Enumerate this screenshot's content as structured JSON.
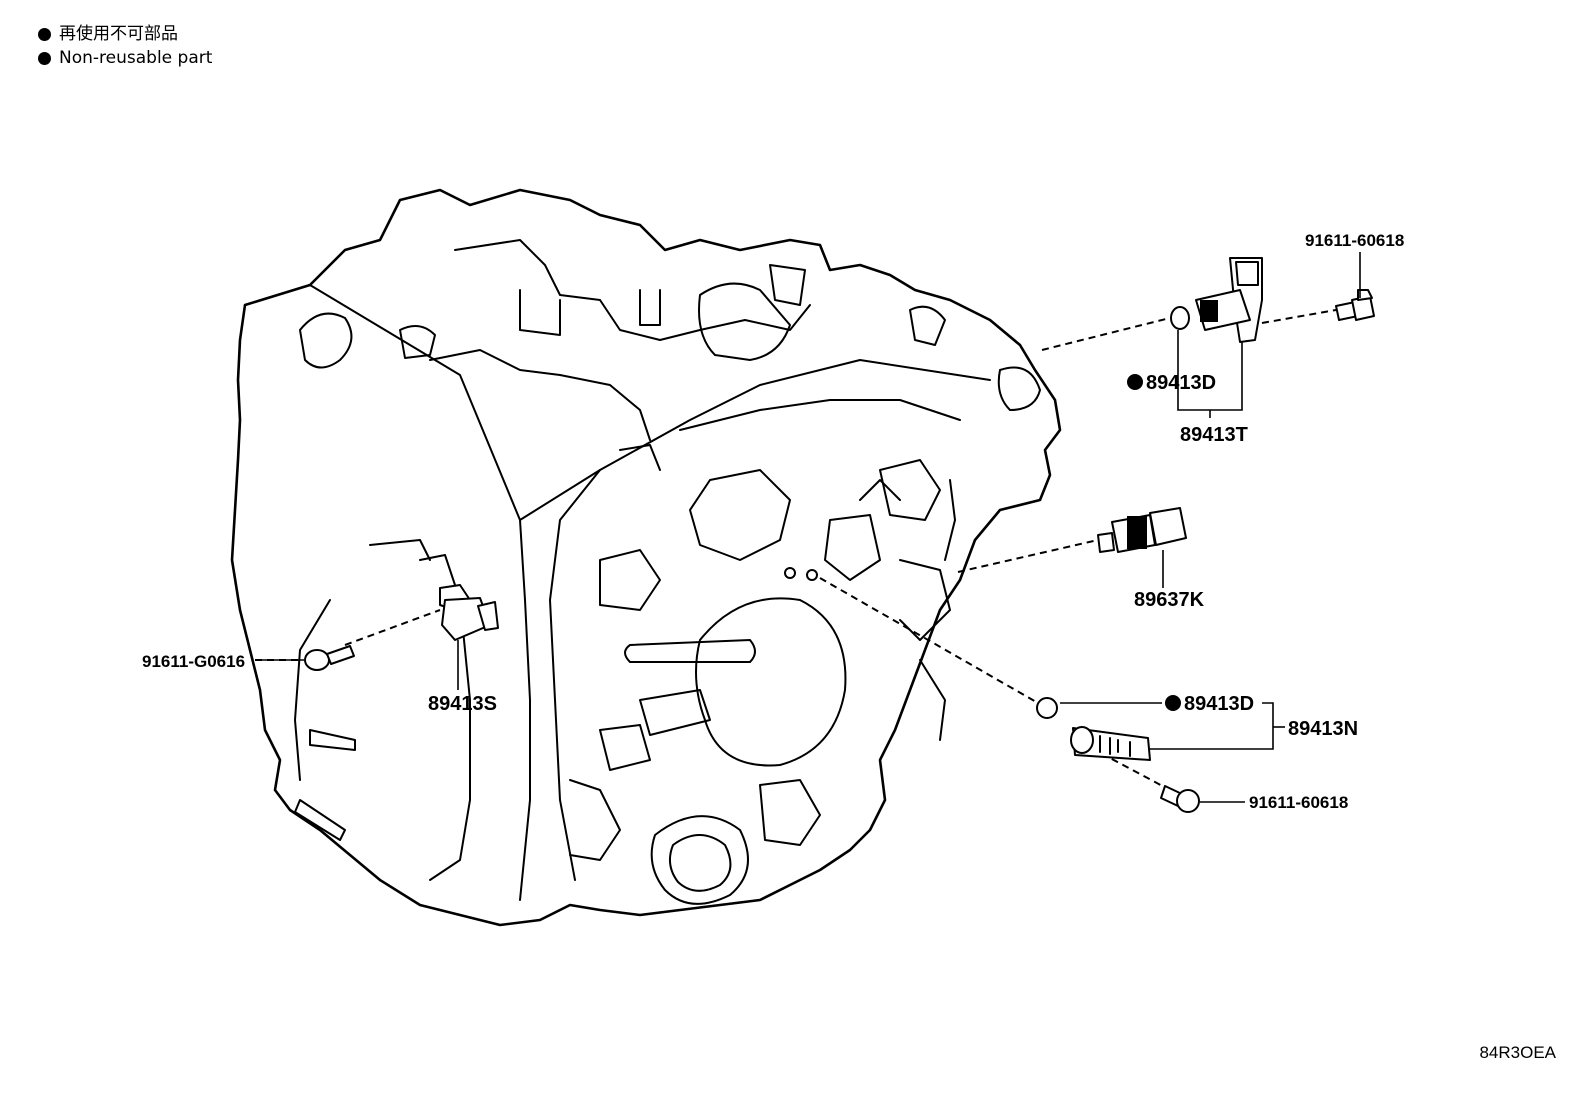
{
  "legend": {
    "line_jp": "再使用不可部品",
    "line_en": "Non-reusable part"
  },
  "labels": {
    "bolt_top": "91611-60618",
    "oring_top": "89413D",
    "sensor_top": "89413T",
    "switch": "89637K",
    "bolt_left": "91611-G0616",
    "sensor_left": "89413S",
    "oring_right": "89413D",
    "sensor_right": "89413N",
    "bolt_bottom": "91611-60618"
  },
  "diagram_code": "84R3OEA"
}
